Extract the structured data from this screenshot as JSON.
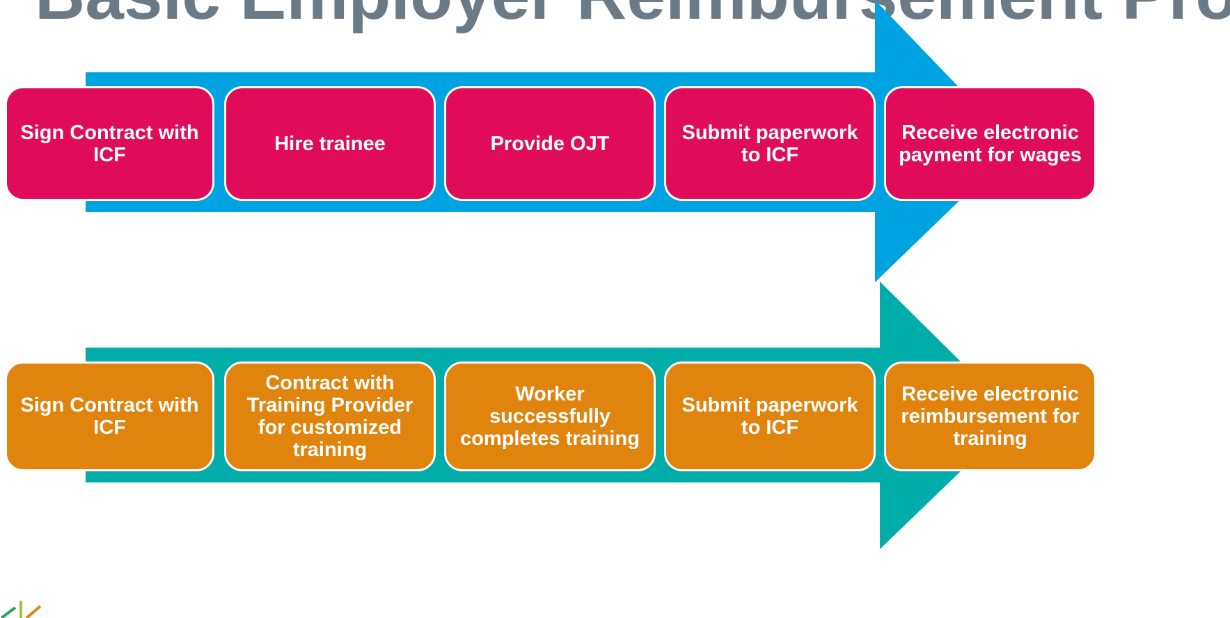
{
  "title": "Basic Employer Reimbursement Process",
  "colors": {
    "title_text": "#6c7a86",
    "row1_arrow": "#00a3e2",
    "row1_boxes": "#e00c5a",
    "row2_arrow": "#00ada8",
    "row2_boxes": "#e0840e",
    "box_text": "#ffffff"
  },
  "rows": [
    {
      "steps": [
        "Sign Contract with ICF",
        "Hire trainee",
        "Provide OJT",
        "Submit paperwork to ICF",
        "Receive electronic payment for wages"
      ]
    },
    {
      "steps": [
        "Sign Contract with ICF",
        "Contract with Training Provider for customized training",
        "Worker successfully completes training",
        "Submit paperwork to ICF",
        "Receive electronic reimbursement for training"
      ]
    }
  ],
  "icons": {
    "logo": "leaf-logo-icon"
  }
}
